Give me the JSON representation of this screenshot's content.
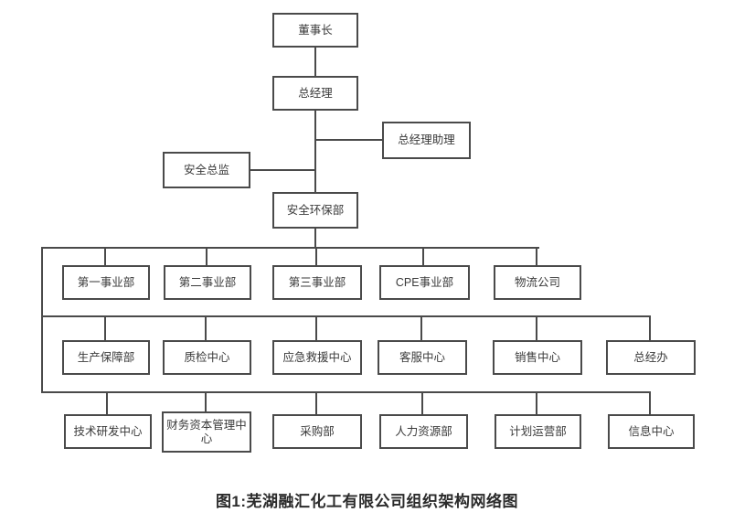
{
  "figure": {
    "caption": "图1:芜湖融汇化工有限公司组织架构网络图"
  },
  "colors": {
    "box_border": "#4a4a4a",
    "connector_line": "#4a4a4a",
    "text": "#3a3a3a",
    "background": "#ffffff"
  },
  "org_chart": {
    "type": "org-hierarchy",
    "nodes": {
      "chairman": "董事长",
      "general_manager": "总经理",
      "gm_assistant": "总经理助理",
      "safety_director": "安全总监",
      "safety_env_dept": "安全环保部"
    },
    "row1": [
      "第一事业部",
      "第二事业部",
      "第三事业部",
      "CPE事业部",
      "物流公司"
    ],
    "row2": [
      "生产保障部",
      "质检中心",
      "应急救援中心",
      "客服中心",
      "销售中心",
      "总经办"
    ],
    "row3": [
      "技术研发中心",
      "财务资本管理中心",
      "采购部",
      "人力资源部",
      "计划运营部",
      "信息中心"
    ]
  }
}
